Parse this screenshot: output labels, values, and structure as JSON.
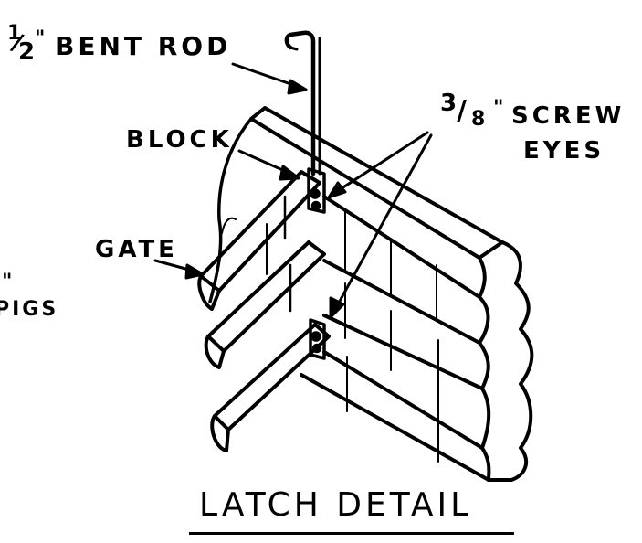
{
  "title": "LATCH DETAIL",
  "labels": {
    "bent_rod": {
      "fraction_num": "1",
      "fraction_den": "2",
      "inch_mark": "\"",
      "text": "BENT ROD"
    },
    "screw_eyes": {
      "fraction_num": "3",
      "fraction_den": "8",
      "inch_mark": "\"",
      "line1": "SCREW",
      "line2": "EYES"
    },
    "block": "BLOCK",
    "gate": "GATE",
    "cut_left_mark": "\"",
    "cut_left_text": "PIGS"
  },
  "colors": {
    "ink": "#000000",
    "paper": "#ffffff"
  }
}
